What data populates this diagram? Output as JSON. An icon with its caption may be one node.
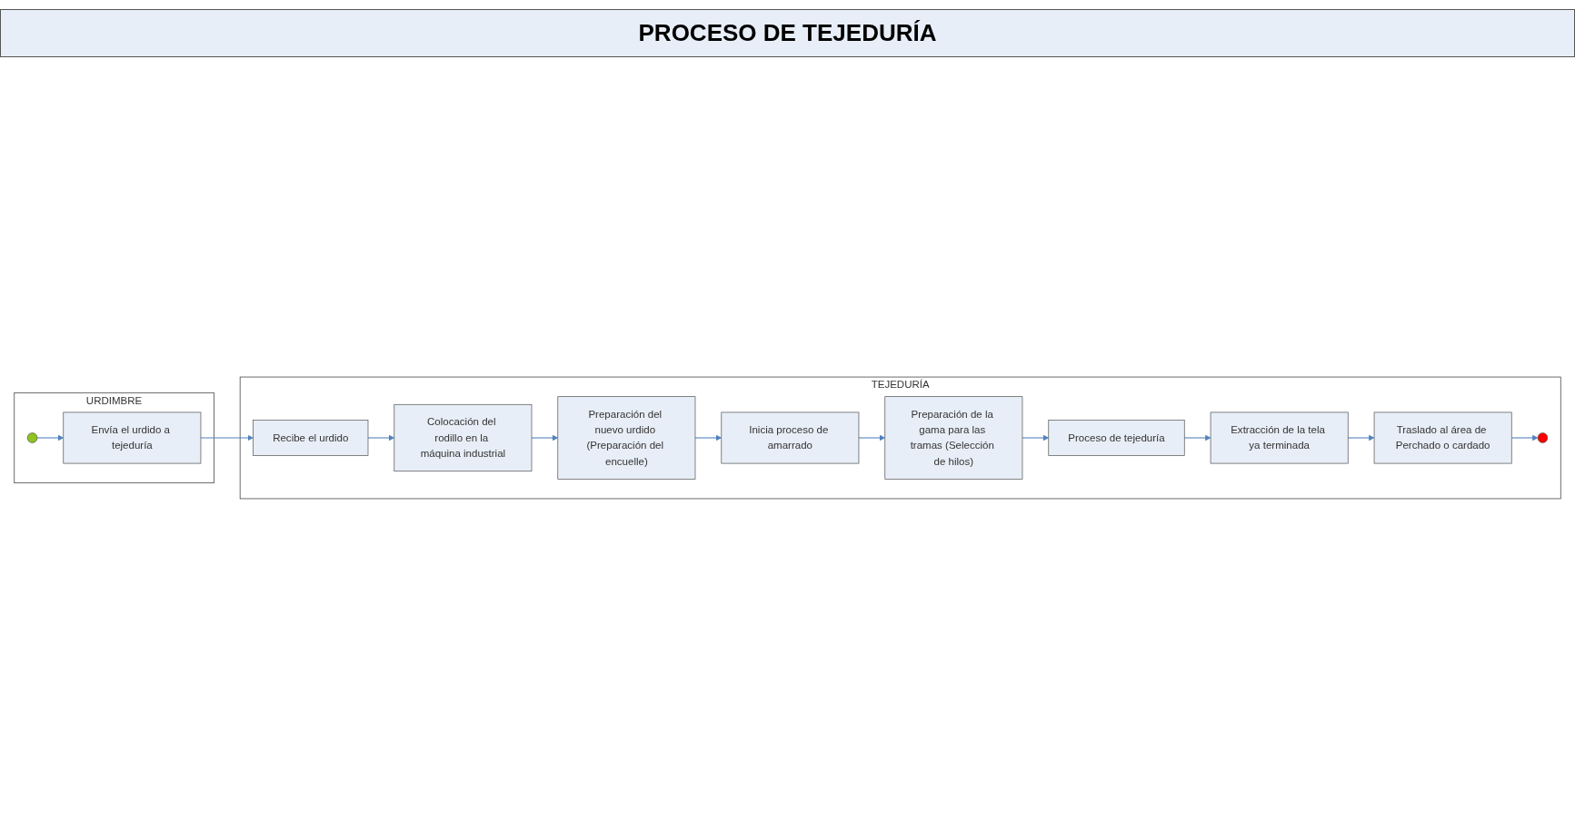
{
  "diagram": {
    "title": "PROCESO DE TEJEDURÍA",
    "nodes": [
      {
        "text": [
          "URDIMBRE"
        ]
      },
      {
        "text": [],
        "shape": "circle",
        "in": 0
      },
      {
        "text": [
          "Envía el urdido a tejeduría"
        ],
        "in": 0
      },
      {
        "text": [
          "TEJEDURÍA"
        ]
      },
      {
        "text": [
          "Recibe el urdido"
        ],
        "in": 3
      },
      {
        "text": [
          "Colocación del rodillo en la máquina industrial"
        ],
        "in": 3
      },
      {
        "text": [
          "Preparación del nuevo urdido (Preparación del encuelle)"
        ],
        "in": 3
      },
      {
        "text": [
          "Inicia proceso de amarrado"
        ],
        "in": 3
      },
      {
        "text": [
          "Preparación de la gama para las tramas (Selección de hilos)"
        ],
        "in": 3
      },
      {
        "text": [
          "Proceso de tejeduría"
        ],
        "in": 3
      },
      {
        "text": [
          "Extracción de la tela ya terminada"
        ],
        "in": 3
      },
      {
        "text": [
          "Traslado al área de Perchado o cardado"
        ],
        "in": 3
      },
      {
        "text": [],
        "shape": "circle",
        "in": 3
      }
    ],
    "edges": [
      {
        "from": 1,
        "to": 2,
        "arrow": "to"
      },
      {
        "from": 2,
        "to": 4,
        "arrow": "to"
      },
      {
        "from": 4,
        "to": 5,
        "arrow": "to"
      },
      {
        "from": 5,
        "to": 6,
        "arrow": "to"
      },
      {
        "from": 6,
        "to": 7,
        "arrow": "to"
      },
      {
        "from": 7,
        "to": 8,
        "arrow": "to"
      },
      {
        "from": 8,
        "to": 9,
        "arrow": "to"
      },
      {
        "from": 9,
        "to": 10,
        "arrow": "to"
      },
      {
        "from": 10,
        "to": 11,
        "arrow": "to"
      },
      {
        "from": 11,
        "to": 12,
        "arrow": "to"
      }
    ]
  }
}
